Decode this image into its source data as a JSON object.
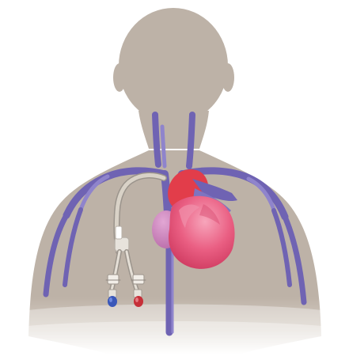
{
  "figure": {
    "subject": "",
    "colors": {
      "background": "#ffffff",
      "silhouette": "#bdb2a7",
      "silhouette_shadow": "#a99d92",
      "vein": "#6f63b3",
      "vein_light": "#8f84cc",
      "heart": "#ea5f83",
      "heart_dark": "#d83f66",
      "atrium": "#c57eb4",
      "aorta": "#e23d4a",
      "catheter": "#e7e3dc",
      "port_blue": "#3a57b9",
      "port_red": "#c62f38",
      "tube": "#d9d2c7"
    },
    "icons": [
      "human-silhouette",
      "heart",
      "veins",
      "catheter"
    ]
  }
}
